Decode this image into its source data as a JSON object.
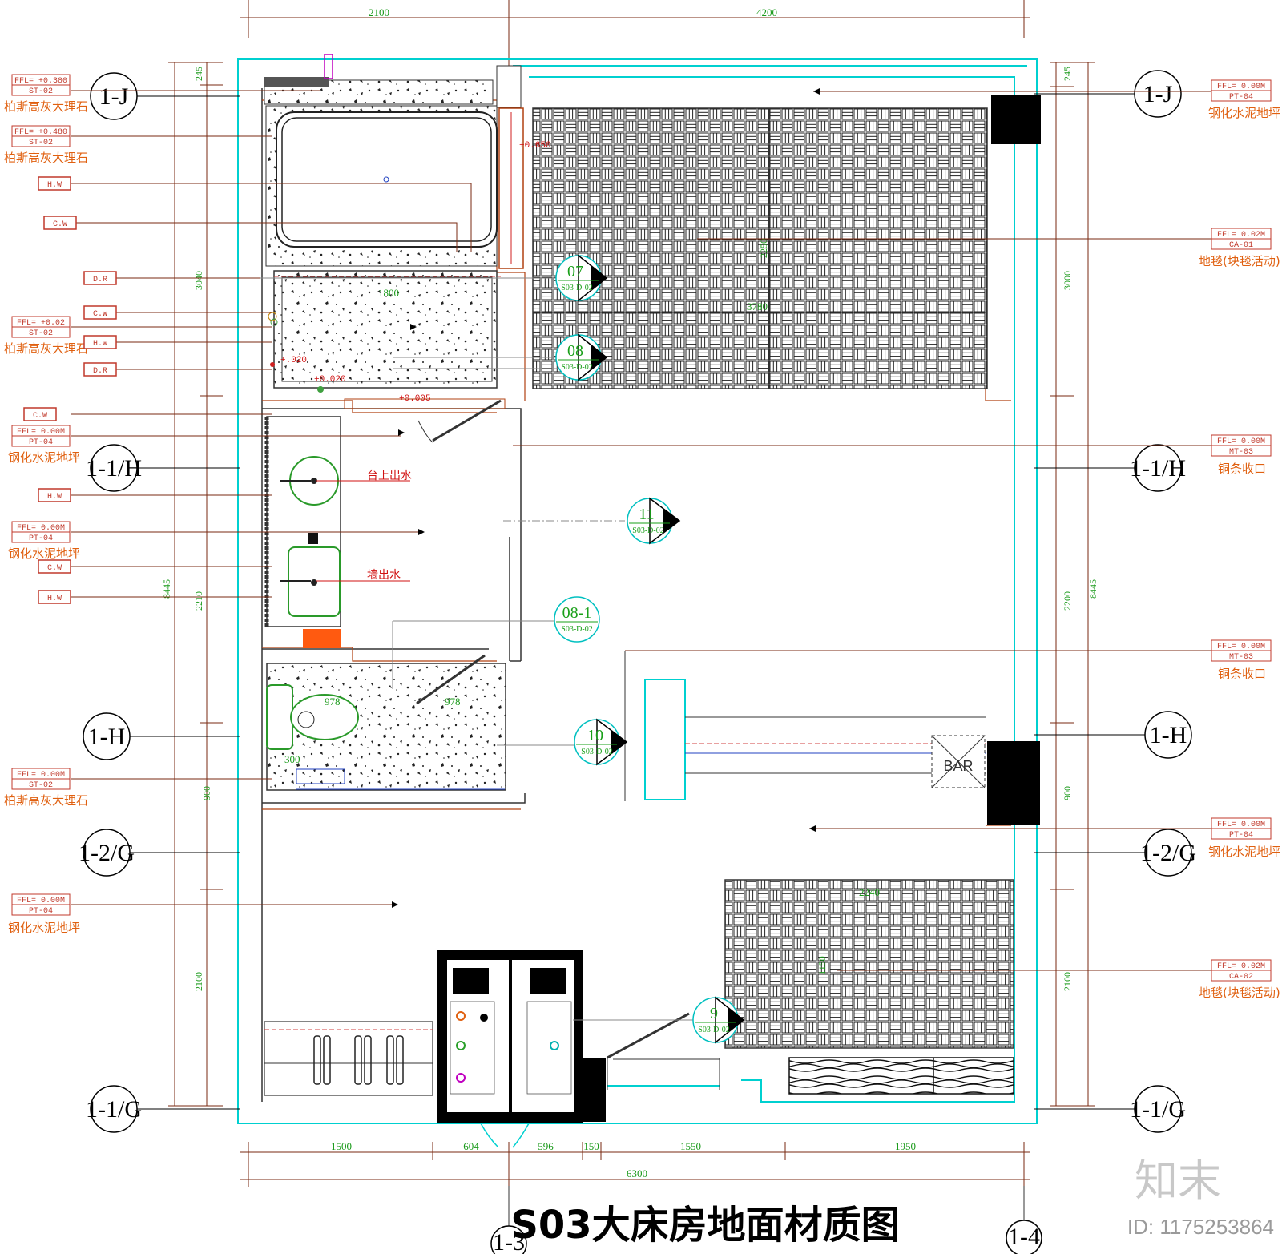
{
  "title": "S03大床房地面材质图",
  "watermark_logo": "知末",
  "watermark_id": "ID: 1175253864",
  "dims_top": [
    "2100",
    "4200"
  ],
  "dims_bottom": [
    "1500",
    "604",
    "596",
    "150",
    "1550",
    "1950"
  ],
  "dim_bottom_total": "6300",
  "dims_left": [
    "245",
    "3040",
    "2210",
    "900",
    "2100"
  ],
  "dim_left_total": "8445",
  "dims_right": [
    "245",
    "3000",
    "2200",
    "900",
    "2100"
  ],
  "dim_right_total": "8445",
  "grid_axes": {
    "j": "1-J",
    "h1": "1-1/H",
    "h": "1-H",
    "g2": "1-2/G",
    "g1": "1-1/G",
    "x3": "1-3",
    "x4": "1-4"
  },
  "left_tags": [
    {
      "ffl": "FFL= +0.380",
      "code": "ST-02",
      "name": "柏斯高灰大理石"
    },
    {
      "ffl": "FFL= +0.480",
      "code": "ST-02",
      "name": "柏斯高灰大理石"
    },
    {
      "code": "H.W"
    },
    {
      "code": "C.W"
    },
    {
      "code": "D.R"
    },
    {
      "code": "C.W"
    },
    {
      "ffl": "FFL= +0.02",
      "code": "ST-02",
      "name": "柏斯高灰大理石"
    },
    {
      "code": "H.W"
    },
    {
      "code": "D.R"
    },
    {
      "code": "C.W"
    },
    {
      "ffl": "FFL= 0.00M",
      "code": "PT-04",
      "name": "钢化水泥地坪"
    },
    {
      "code": "H.W"
    },
    {
      "ffl": "FFL= 0.00M",
      "code": "PT-04",
      "name": "钢化水泥地坪"
    },
    {
      "code": "C.W"
    },
    {
      "code": "H.W"
    },
    {
      "ffl": "FFL= 0.00M",
      "code": "ST-02",
      "name": "柏斯高灰大理石"
    },
    {
      "ffl": "FFL= 0.00M",
      "code": "PT-04",
      "name": "钢化水泥地坪"
    }
  ],
  "right_tags": [
    {
      "ffl": "FFL= 0.00M",
      "code": "PT-04",
      "name": "钢化水泥地坪"
    },
    {
      "ffl": "FFL= 0.02M",
      "code": "CA-01",
      "name": "地毯(块毯活动)"
    },
    {
      "ffl": "FFL= 0.00M",
      "code": "MT-03",
      "name": "铜条收口"
    },
    {
      "ffl": "FFL= 0.00M",
      "code": "MT-03",
      "name": "铜条收口"
    },
    {
      "ffl": "FFL= 0.00M",
      "code": "PT-04",
      "name": "钢化水泥地坪"
    },
    {
      "ffl": "FFL= 0.02M",
      "code": "CA-02",
      "name": "地毯(块毯活动)"
    }
  ],
  "interior_labels": {
    "counter_water": "台上出水",
    "wall_water": "墙出水",
    "bar": "BAR",
    "dim_1800": "1800",
    "dim_978a": "978",
    "dim_978b": "978",
    "dim_300": "300",
    "dim_2240": "2240",
    "dim_1150": "1150",
    "dim_2250": "2250",
    "dim_3780": "3780",
    "level_0650": "+0.650",
    "level_020": "+.020",
    "level_0020": "+0.020",
    "level_0005": "+0.005"
  },
  "index_marks": [
    {
      "num": "07",
      "ref": "S03-D-02"
    },
    {
      "num": "08",
      "ref": "S03-D-02"
    },
    {
      "num": "11",
      "ref": "S03-D-02"
    },
    {
      "num": "08-1",
      "ref": "S03-D-02"
    },
    {
      "num": "10",
      "ref": "S03-D-02"
    },
    {
      "num": "9",
      "ref": "S03-D-02"
    }
  ]
}
